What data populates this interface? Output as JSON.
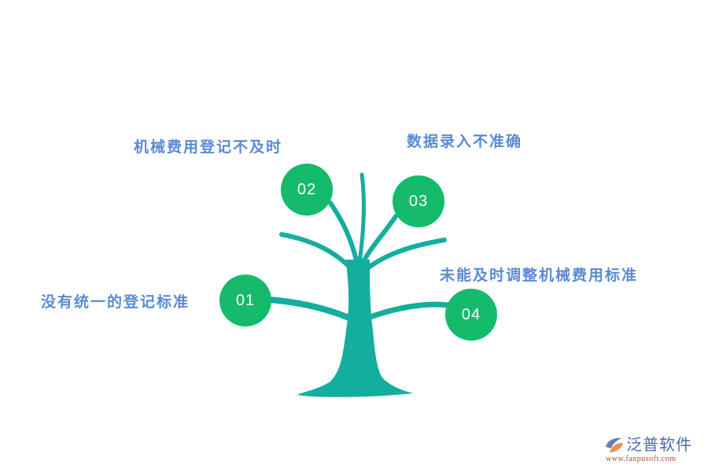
{
  "diagram": {
    "type": "tree",
    "colors": {
      "trunk": "#14ae9e",
      "node": "#13bb6a",
      "node_text": "#ffffff",
      "label_text": "#5b8bd6"
    },
    "nodes": [
      {
        "number": "01",
        "label": "没有统一的登记标准"
      },
      {
        "number": "02",
        "label": "机械费用登记不及时"
      },
      {
        "number": "03",
        "label": "数据录入不准确"
      },
      {
        "number": "04",
        "label": "未能及时调整机械费用标准"
      }
    ]
  },
  "logo": {
    "name": "泛普软件",
    "url": "www.fanpusoft.com"
  }
}
